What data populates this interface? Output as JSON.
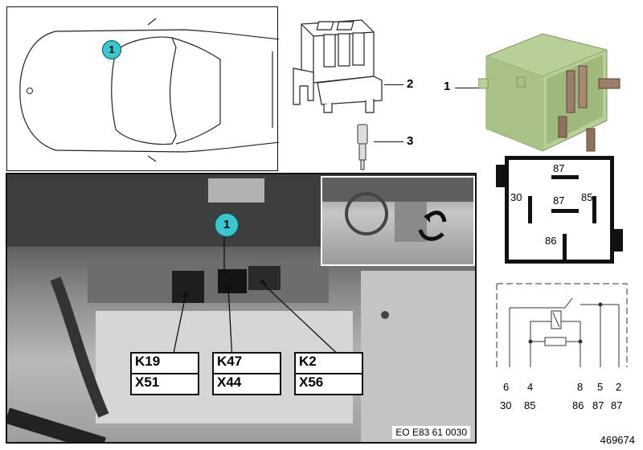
{
  "car_view": {
    "badge": "1"
  },
  "parts": [
    {
      "num": "2"
    },
    {
      "num": "3"
    },
    {
      "num": "1"
    }
  ],
  "photo": {
    "badge": "1",
    "code": "EO E83 61 0030",
    "callouts": [
      {
        "line1": "K19",
        "line2": "X51"
      },
      {
        "line1": "K47",
        "line2": "X44"
      },
      {
        "line1": "K2",
        "line2": "X56"
      }
    ]
  },
  "relay_pinout": {
    "pins": {
      "top": "87",
      "left": "30",
      "center": "87",
      "right": "85",
      "bottom": "86"
    }
  },
  "schematic": {
    "connector_pins": [
      "6",
      "4",
      "8",
      "5",
      "2"
    ],
    "terminal_pins": [
      "30",
      "85",
      "86",
      "87",
      "87"
    ]
  },
  "image_number": "469674"
}
